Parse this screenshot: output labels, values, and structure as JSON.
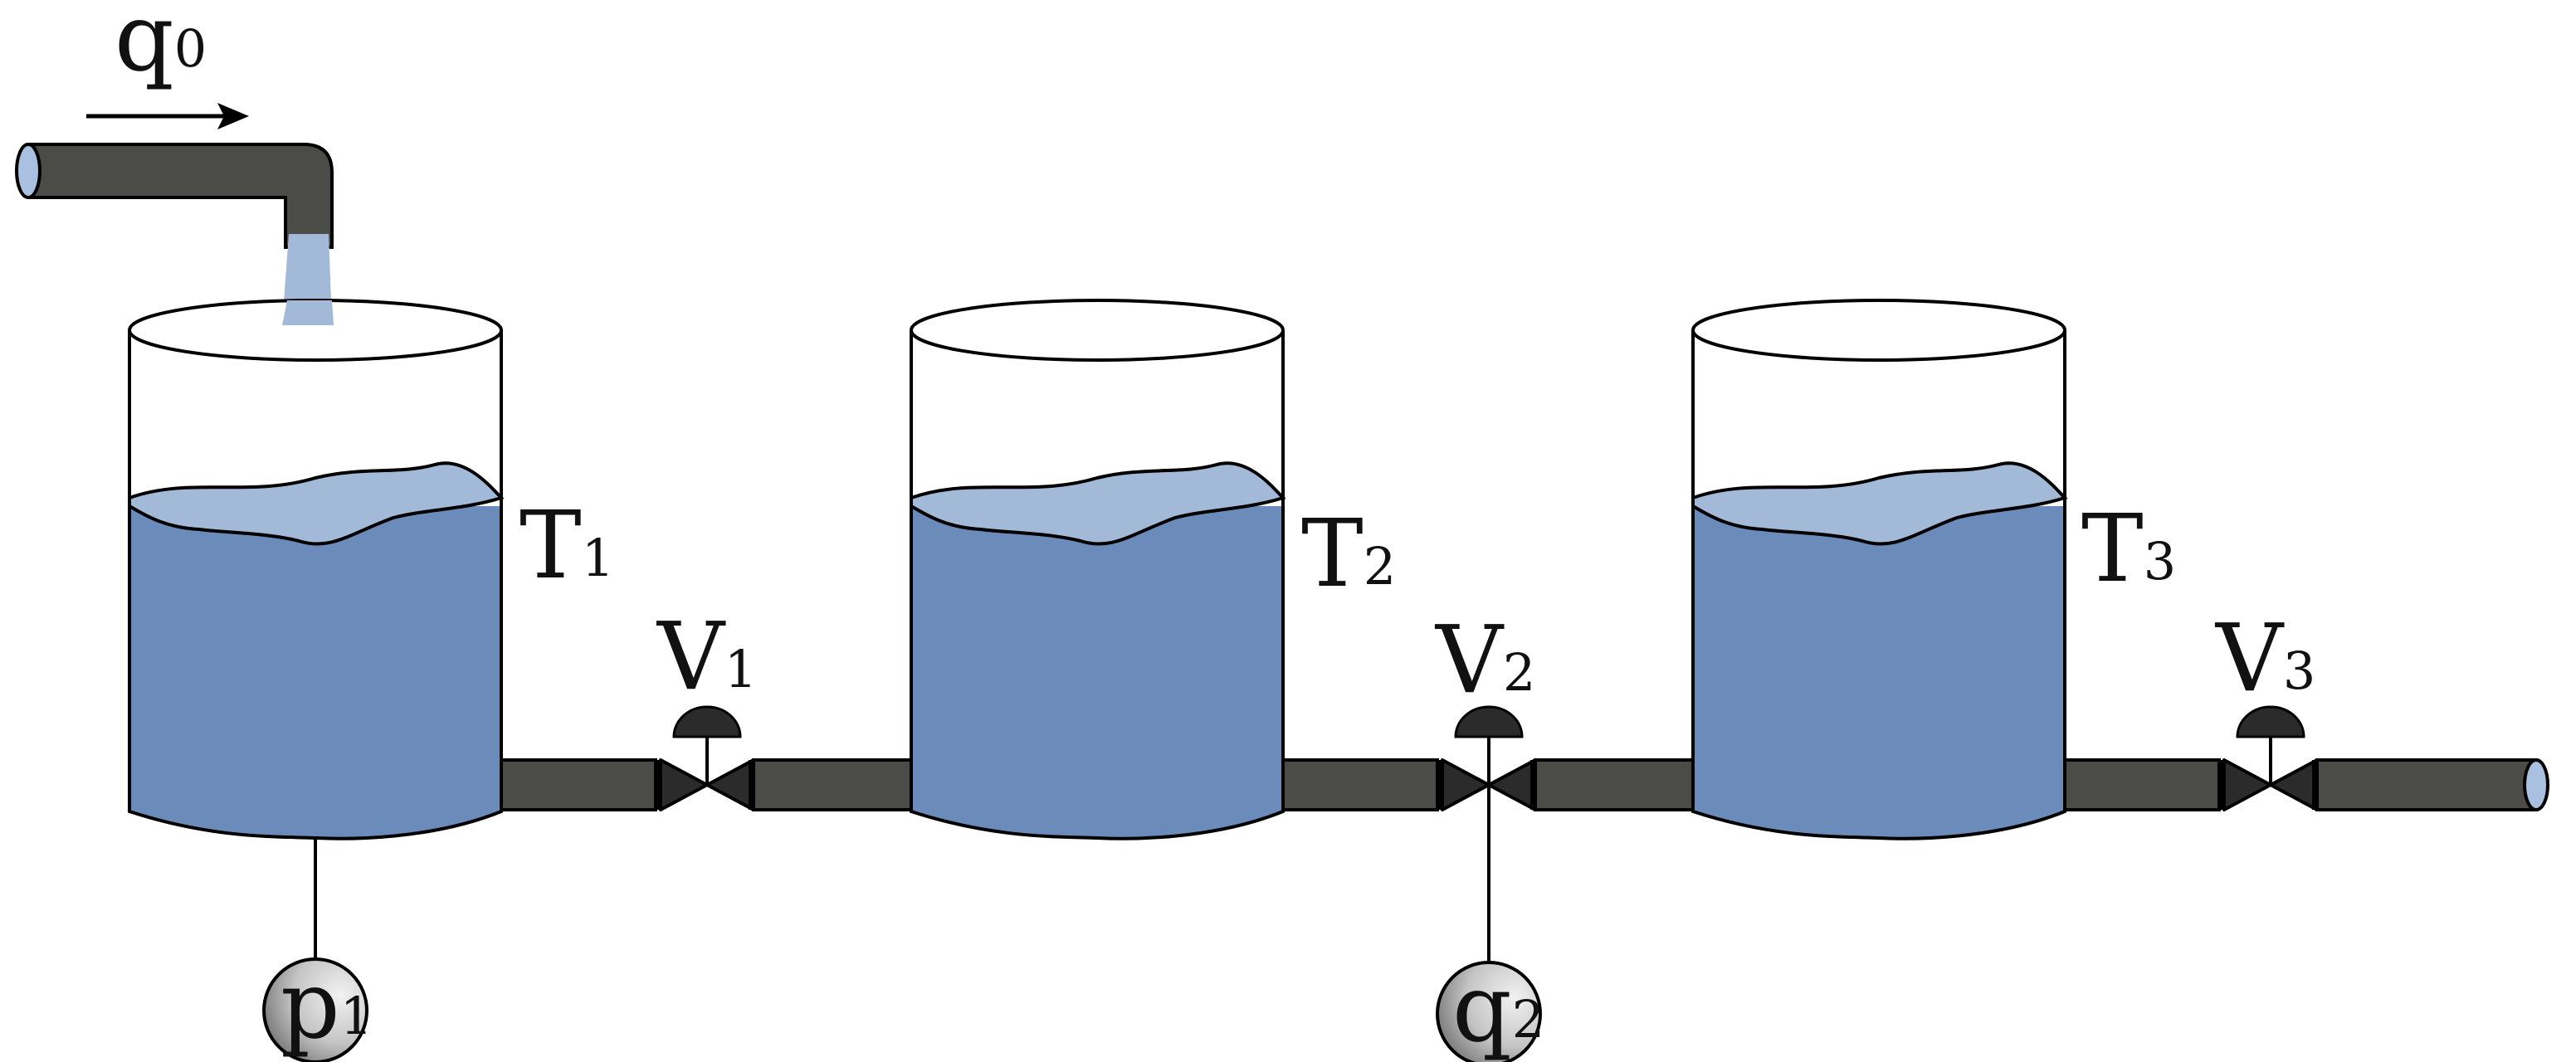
{
  "flow_in": {
    "main": "q",
    "sub": "0"
  },
  "tanks": [
    {
      "main": "T",
      "sub": "1"
    },
    {
      "main": "T",
      "sub": "2"
    },
    {
      "main": "T",
      "sub": "3"
    }
  ],
  "valves": [
    {
      "main": "V",
      "sub": "1"
    },
    {
      "main": "V",
      "sub": "2"
    },
    {
      "main": "V",
      "sub": "3"
    }
  ],
  "sensors": [
    {
      "main": "p",
      "sub": "1"
    },
    {
      "main": "q",
      "sub": "2"
    }
  ],
  "colors": {
    "water": "#6b8cba",
    "water_surface": "#a3b9d8",
    "pipe": "#4b4c48",
    "pipe_end": "#a9c0e0",
    "valve": "#2b2b2b",
    "outline": "#000000"
  }
}
